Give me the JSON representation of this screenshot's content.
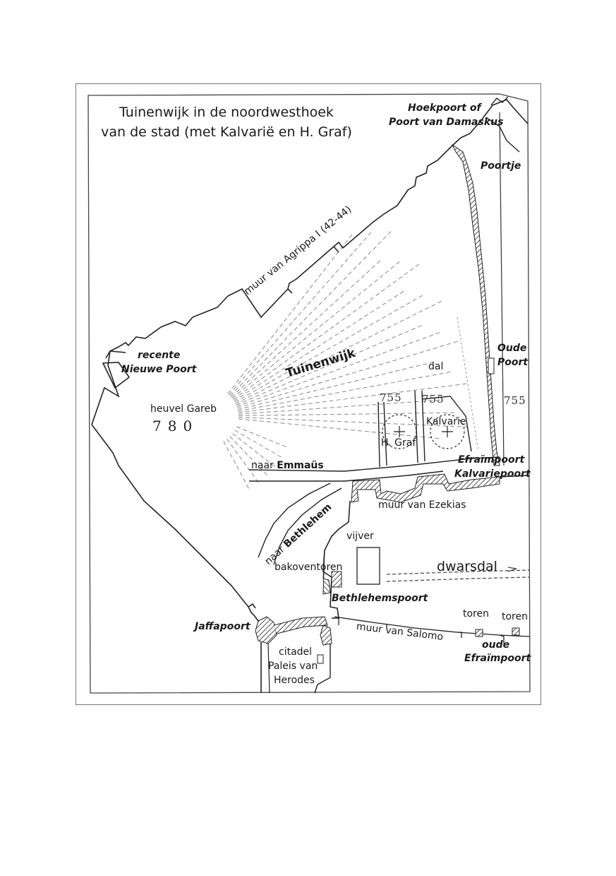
{
  "map": {
    "title_line1": "Tuinenwijk in de noordwesthoek",
    "title_line2": "van de stad (met Kalvarië en H. Graf)",
    "gates": {
      "hoekpoort": "Hoekpoort of",
      "damaskus": "Poort van Damaskus",
      "poortje": "Poortje",
      "oude_poort_1": "Oude",
      "oude_poort_2": "Poort",
      "efraimpoort": "Efraïmpoort",
      "kalvariepoort": "Kalvariepoort",
      "recente": "recente",
      "nieuwe_poort": "Nieuwe Poort",
      "bethlehemspoort": "Bethlehemspoort",
      "jaffapoort": "Jaffapoort",
      "oude_efraim_1": "oude",
      "oude_efraim_2": "Efraïmpoort"
    },
    "walls": {
      "agrippa": "muur van Agrippa I (42-44)",
      "ezekias": "muur van Ezekias",
      "salomo": "muur van Salomo"
    },
    "places": {
      "tuinenwijk": "Tuinenwijk",
      "dal": "dal",
      "heuvel": "heuvel Gareb",
      "h_graf": "H. Graf",
      "kalvarie": "Kalvarie",
      "vijver": "vijver",
      "dwarsdal": "dwarsdal",
      "bakoventoren": "bakoventoren",
      "toren_1": "toren",
      "toren_2": "toren",
      "citadel": "citadel",
      "paleis_1": "Paleis van",
      "paleis_2": "Herodes"
    },
    "roads": {
      "naar_1": "naar",
      "emmaus": "Emmaüs",
      "naar_2": "naar",
      "bethlehem": "Bethlehem"
    },
    "elevations": {
      "e780": "780",
      "e755_left": "755",
      "e755_mid": "755",
      "e755_right": "755"
    },
    "colors": {
      "ink": "#1a1a1a",
      "frame": "#777777",
      "paper": "#ffffff"
    }
  }
}
